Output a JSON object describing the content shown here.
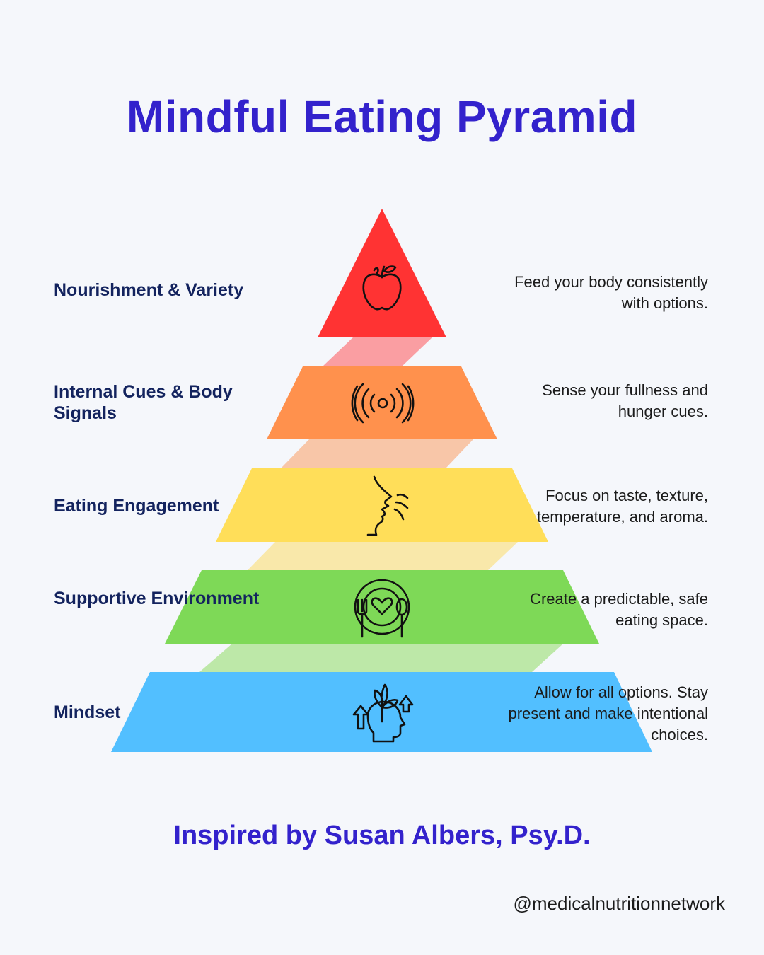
{
  "title": "Mindful Eating Pyramid",
  "levels": [
    {
      "label": "Nourishment & Variety",
      "description": "Feed your body consistently with options.",
      "color": "#ff3333",
      "connector_color": "#fa9ea2",
      "icon": "apple-icon"
    },
    {
      "label": "Internal Cues & Body Signals",
      "description": "Sense your fullness and hunger cues.",
      "color": "#ff914d",
      "connector_color": "#f8c6a8",
      "icon": "vibration-signal-icon"
    },
    {
      "label": "Eating Engagement",
      "description": "Focus on taste, texture, temperature, and aroma.",
      "color": "#ffde59",
      "connector_color": "#f9e8aa",
      "icon": "face-smelling-icon"
    },
    {
      "label": "Supportive Environment",
      "description": "Create a predictable, safe eating space.",
      "color": "#7ed957",
      "connector_color": "#bde8a8",
      "icon": "plate-fork-spoon-heart-icon"
    },
    {
      "label": "Mindset",
      "description": "Allow for all options. Stay present and make intentional choices.",
      "color": "#52bfff",
      "icon": "head-growth-icon"
    }
  ],
  "footer": "Inspired by Susan Albers, Psy.D.",
  "handle": "@medicalnutritionnetwork"
}
